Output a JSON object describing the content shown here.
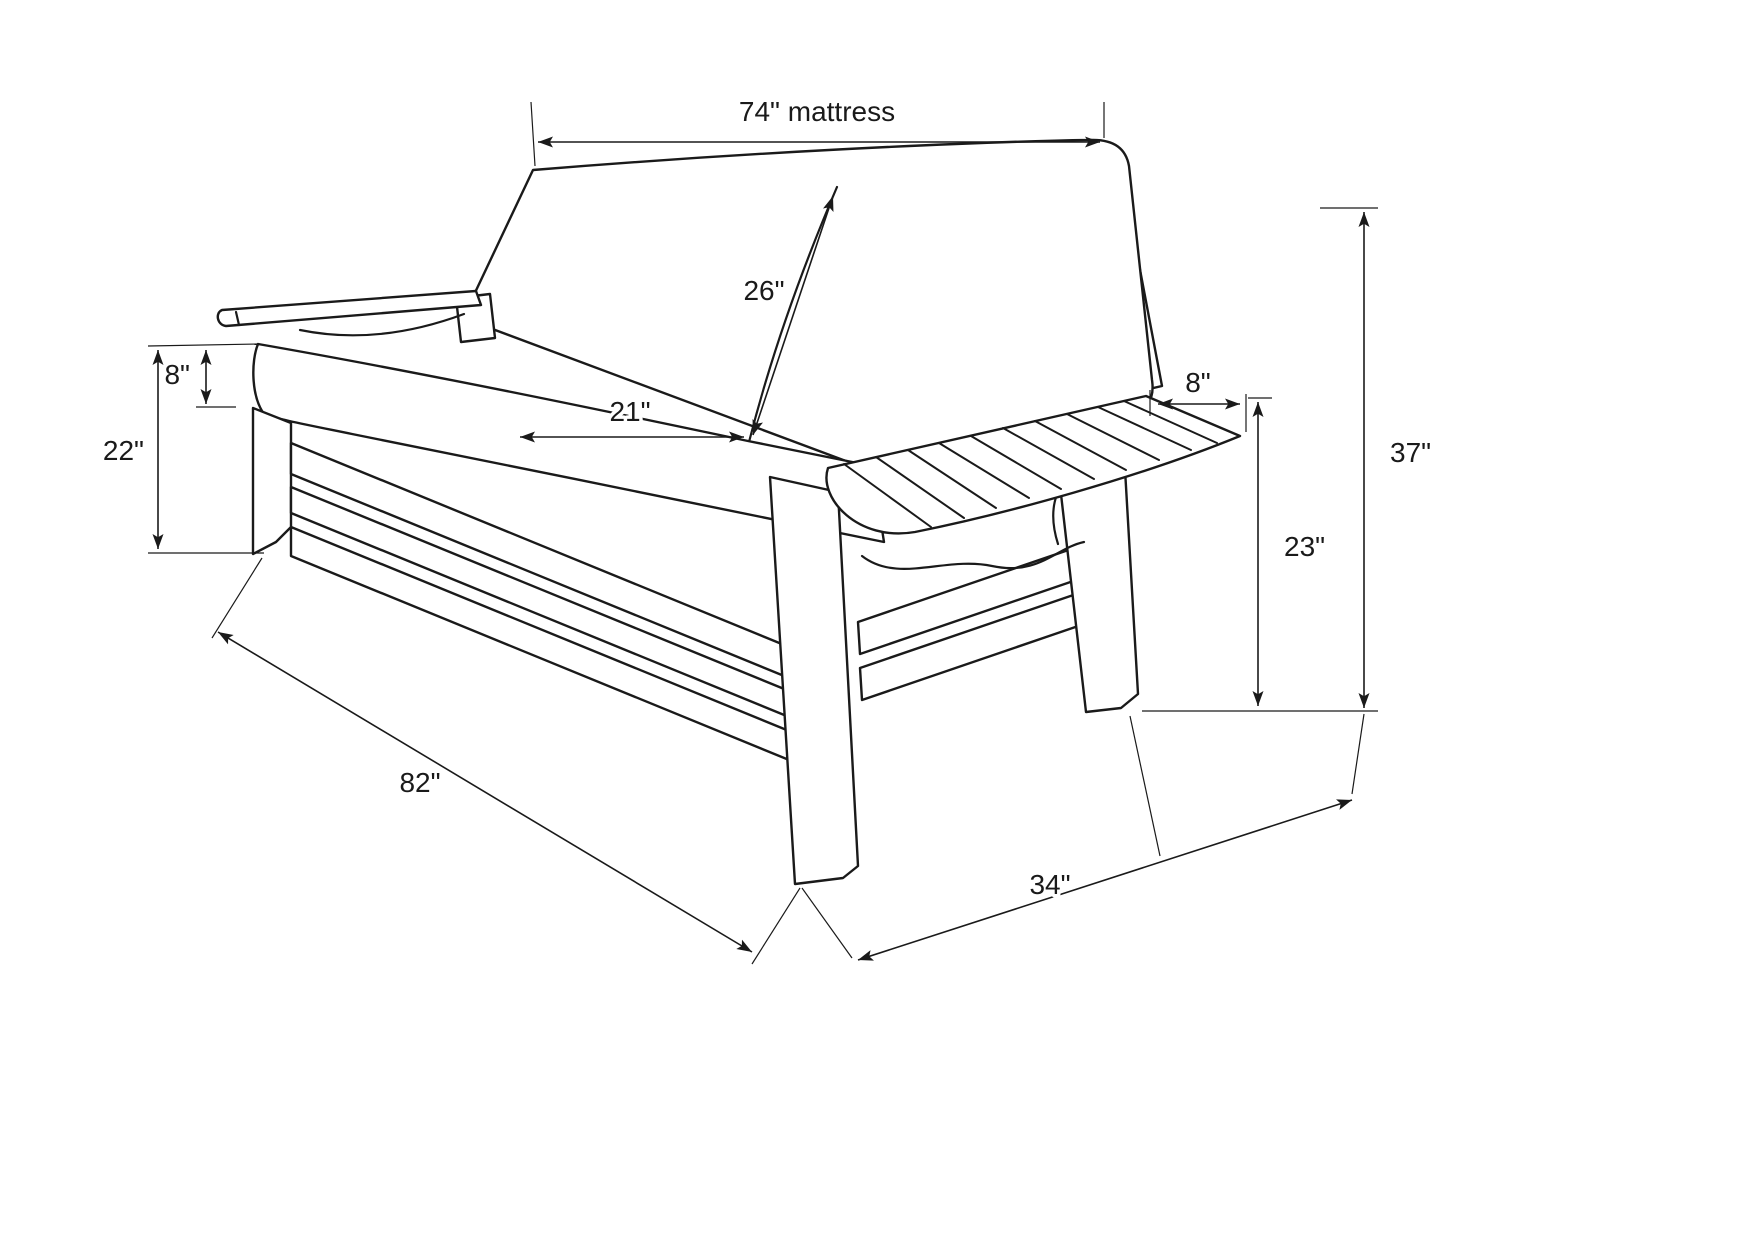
{
  "page": {
    "background_color": "#ffffff",
    "line_color": "#1a1a1a"
  },
  "diagram": {
    "subject": "futon-sofa-dimension-drawing",
    "dimensions": {
      "mattress_width": {
        "label": "74\" mattress"
      },
      "back_cushion_length": {
        "label": "26\""
      },
      "seat_depth": {
        "label": "21\""
      },
      "mattress_thickness": {
        "label": "8\""
      },
      "seat_height": {
        "label": "22\""
      },
      "arm_shelf_width": {
        "label": "8\""
      },
      "arm_height": {
        "label": "23\""
      },
      "overall_height": {
        "label": "37\""
      },
      "overall_width": {
        "label": "82\""
      },
      "overall_depth": {
        "label": "34\""
      }
    }
  }
}
